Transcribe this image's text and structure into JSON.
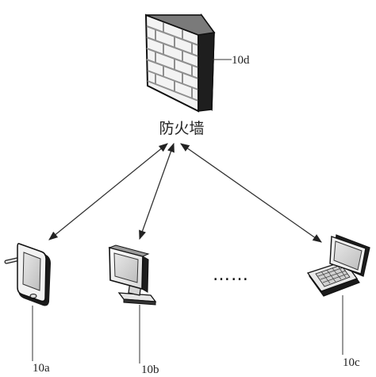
{
  "firewall": {
    "label": "防火墙",
    "ref": "10d",
    "icon": "firewall-brick-wall-icon"
  },
  "devices": [
    {
      "ref": "10a",
      "icon": "tablet-icon"
    },
    {
      "ref": "10b",
      "icon": "desktop-monitor-icon"
    },
    {
      "ref": "10c",
      "icon": "laptop-icon"
    }
  ],
  "ellipsis": "……",
  "colors": {
    "line": "#333333",
    "wall_front": "#f4f4f4",
    "wall_side": "#1e1e1e",
    "wall_top": "#7a7a7a",
    "brick_mortar": "#9a9a9a"
  }
}
